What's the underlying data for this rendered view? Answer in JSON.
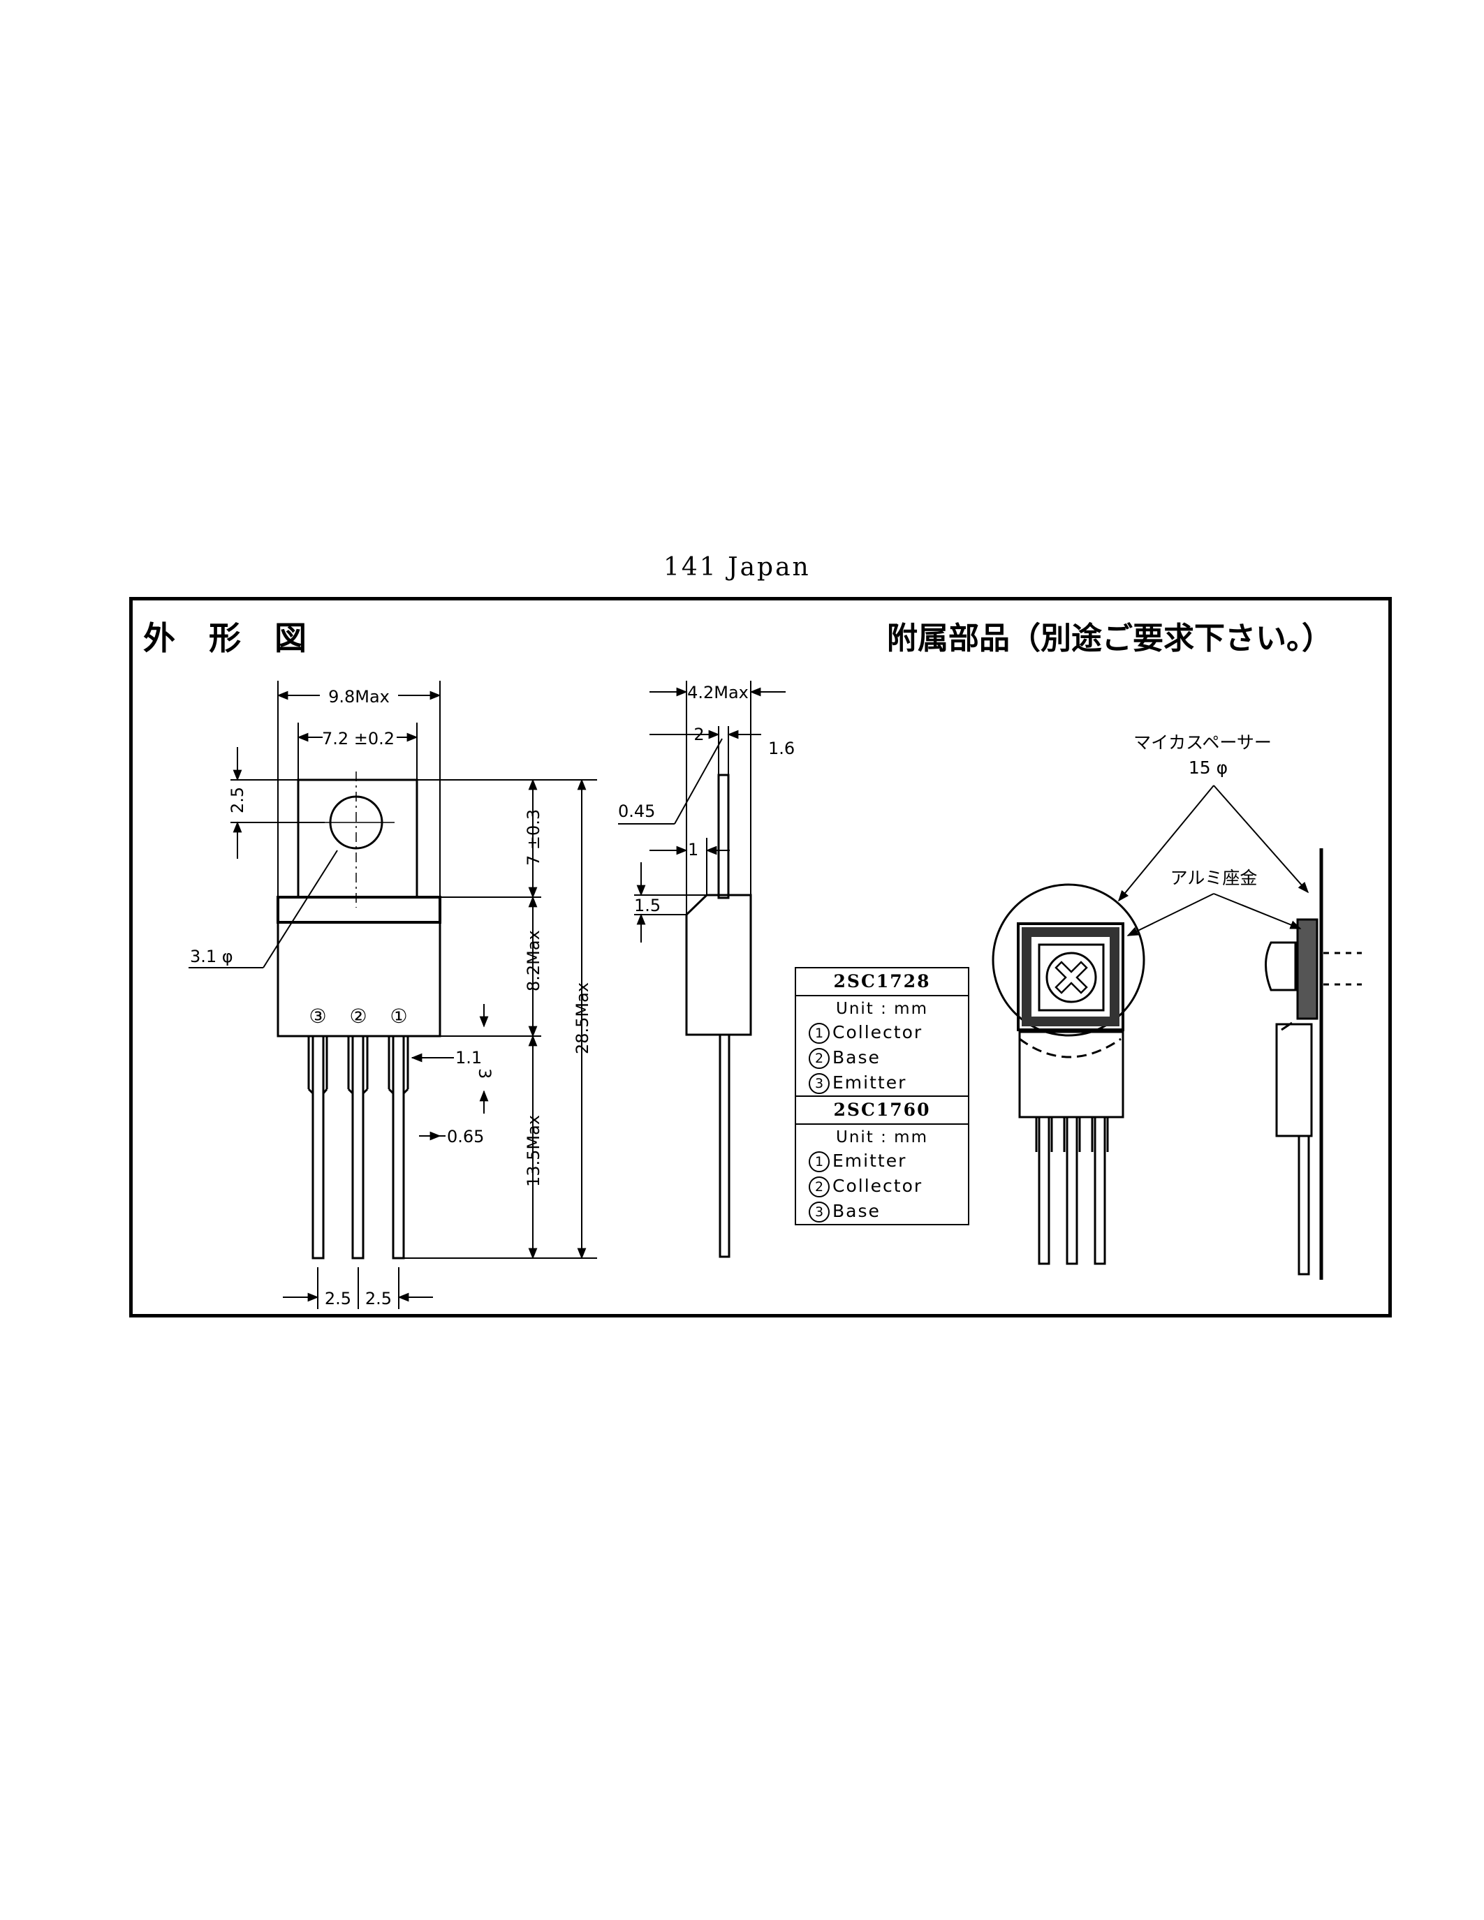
{
  "header": {
    "text": "141 Japan"
  },
  "frame": {
    "title_left": "外 形 図",
    "title_right": "附属部品（別途ご要求下さい。）"
  },
  "outline": {
    "dim_9_8": "9.8Max",
    "dim_7_2": "7.2 ±0.2",
    "dim_2_5_top": "2.5",
    "dim_7": "7 ±0.3",
    "dim_8_2": "8.2Max",
    "dim_28_5": "28.5Max",
    "dim_13_5": "13.5Max",
    "dim_3_1": "3.1 φ",
    "dim_1_1": "1.1",
    "dim_3": "3",
    "dim_0_65": "0.65",
    "dim_pitch_1": "2.5",
    "dim_pitch_2": "2.5",
    "pin_labels": [
      "③",
      "②",
      "①"
    ]
  },
  "side_view": {
    "dim_4_2": "4.2Max",
    "dim_2": "2",
    "dim_1_6": "1.6",
    "dim_0_45": "0.45",
    "dim_1": "1",
    "dim_1_5": "1.5"
  },
  "accessory": {
    "mica_label": "マイカスペーサー",
    "mica_size": "15 φ",
    "washer_label": "アルミ座金"
  },
  "pin_table": [
    {
      "model": "2SC1728",
      "unit": "Unit : mm",
      "pins": [
        {
          "num": "1",
          "name": "Collector"
        },
        {
          "num": "2",
          "name": "Base"
        },
        {
          "num": "3",
          "name": "Emitter"
        }
      ]
    },
    {
      "model": "2SC1760",
      "unit": "Unit : mm",
      "pins": [
        {
          "num": "1",
          "name": "Emitter"
        },
        {
          "num": "2",
          "name": "Collector"
        },
        {
          "num": "3",
          "name": "Base"
        }
      ]
    }
  ]
}
